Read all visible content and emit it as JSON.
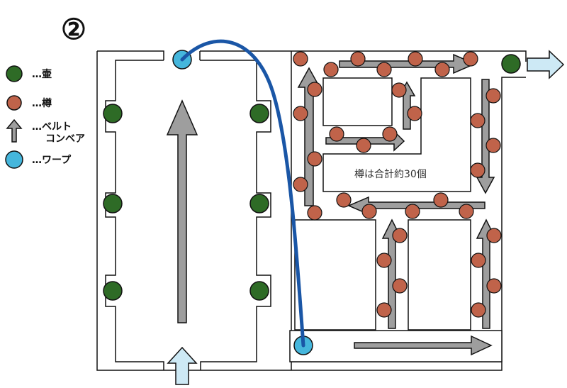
{
  "title": "②",
  "legend": [
    {
      "icon": "pot",
      "label": "…壷",
      "color": "#2e7d32"
    },
    {
      "icon": "barrel",
      "label": "…樽",
      "color": "#c0634a"
    },
    {
      "icon": "conveyor",
      "label_line1": "…ベルト",
      "label_line2": "コンベア",
      "color": "#9e9e9e"
    },
    {
      "icon": "warp",
      "label": "…ワープ",
      "color": "#45b6dc"
    }
  ],
  "note": "樽は合計約30個",
  "colors": {
    "pot": "#2e6b26",
    "barrel": "#c0634a",
    "warp": "#45b6dc",
    "warp_path": "#1a56a6",
    "conveyor": "#9e9e9e",
    "exit_arrow": "#cde9f5",
    "wall": "#111111"
  }
}
